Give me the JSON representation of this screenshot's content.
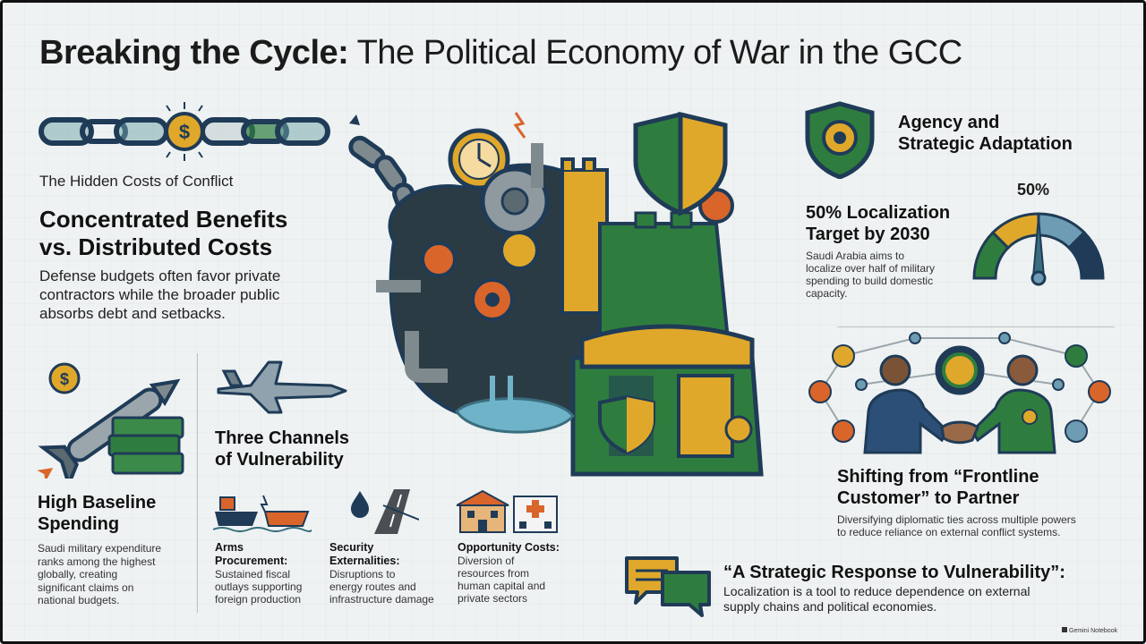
{
  "header": {
    "title_bold": "Breaking the Cycle:",
    "title_rest": "The Political Economy of War in the GCC"
  },
  "left": {
    "section_label": "The Hidden Costs of Conflict",
    "heading_line1": "Concentrated Benefits",
    "heading_line2": "vs. Distributed Costs",
    "body_line1": "Defense budgets often favor private",
    "body_line2": "contractors while the broader public",
    "body_line3": "absorbs debt and setbacks."
  },
  "spending": {
    "heading_line1": "High Baseline",
    "heading_line2": "Spending",
    "body_line1": "Saudi military expenditure",
    "body_line2": "ranks among the highest",
    "body_line3": "globally, creating",
    "body_line4": "significant claims on",
    "body_line5": "national budgets."
  },
  "channels": {
    "heading_line1": "Three Channels",
    "heading_line2": "of Vulnerability",
    "items": [
      {
        "title": "Arms",
        "title2": "Procurement:",
        "l1": "Sustained fiscal",
        "l2": "outlays supporting",
        "l3": "foreign production"
      },
      {
        "title": "Security",
        "title2": "Externalities:",
        "l1": "Disruptions to",
        "l2": "energy routes and",
        "l3": "infrastructure damage"
      },
      {
        "title": "Opportunity Costs:",
        "title2": "",
        "l1": "Diversion of",
        "l2": "resources from",
        "l3": "human capital and",
        "l4": "private sectors"
      }
    ]
  },
  "agency": {
    "heading_line1": "Agency and",
    "heading_line2": "Strategic Adaptation",
    "target_line1": "50% Localization",
    "target_line2": "Target by 2030",
    "body_line1": "Saudi Arabia aims to",
    "body_line2": "localize over half of military",
    "body_line3": "spending to build domestic",
    "body_line4": "capacity.",
    "gauge_label": "50%",
    "gauge_value": 0.5
  },
  "partner": {
    "heading_line1": "Shifting from “Frontline",
    "heading_line2": "Customer” to Partner",
    "body_line1": "Diversifying diplomatic ties across multiple powers",
    "body_line2": "to reduce reliance on external conflict systems."
  },
  "response": {
    "heading": "“A Strategic Response to Vulnerability”:",
    "body_line1": "Localization is a tool to reduce dependence on external",
    "body_line2": "supply chains and political economies."
  },
  "footer": {
    "brand": "Gemini Notebook"
  },
  "colors": {
    "navy": "#1f3b57",
    "green": "#2f7d3e",
    "gold": "#e0a82a",
    "orange": "#d9652b",
    "gray": "#7f8a8f",
    "teal": "#3a6e7e"
  }
}
